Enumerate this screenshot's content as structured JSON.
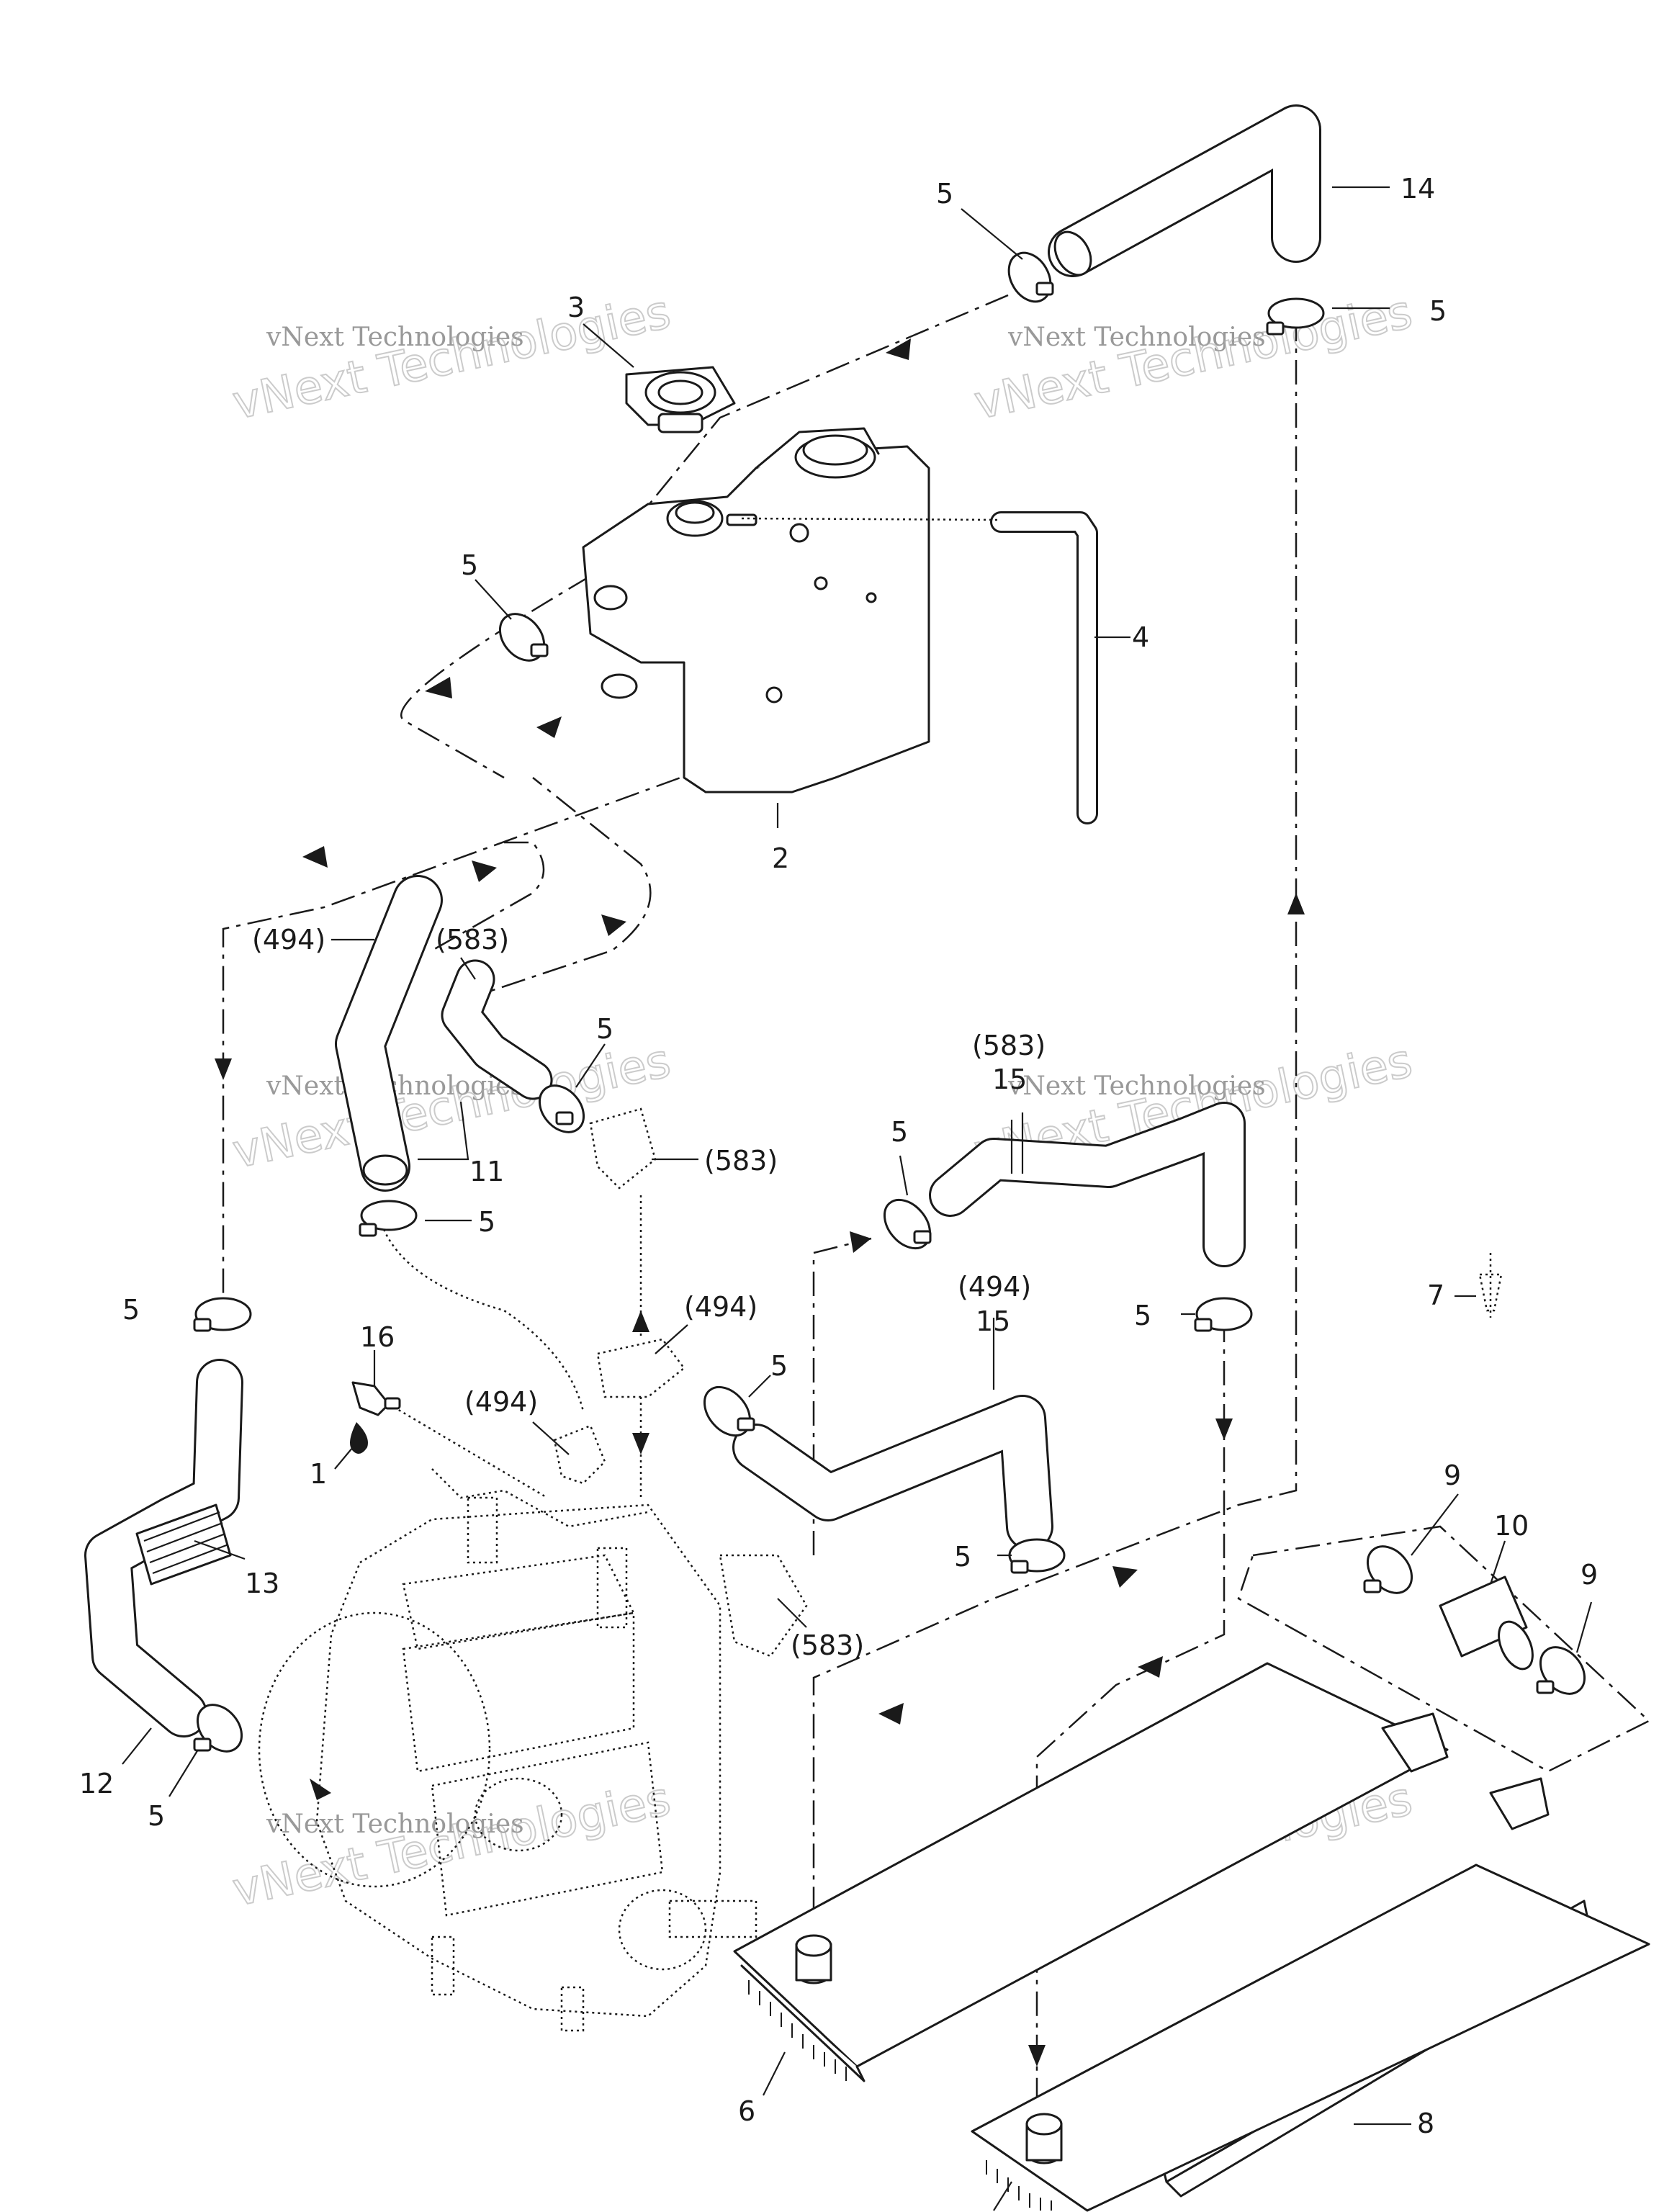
{
  "callouts": {
    "c1": "1",
    "c2": "2",
    "c3": "3",
    "c4": "4",
    "c5": "5",
    "c6": "6",
    "c7": "7",
    "c8": "8",
    "c9": "9",
    "c10": "10",
    "c11": "11",
    "c12": "12",
    "c13": "13",
    "c14": "14",
    "c15": "15",
    "c16": "16",
    "r494": "(494)",
    "r583": "(583)"
  },
  "watermark": {
    "brand": "vNext Technologies",
    "logo_text": "vNext Technologies"
  }
}
